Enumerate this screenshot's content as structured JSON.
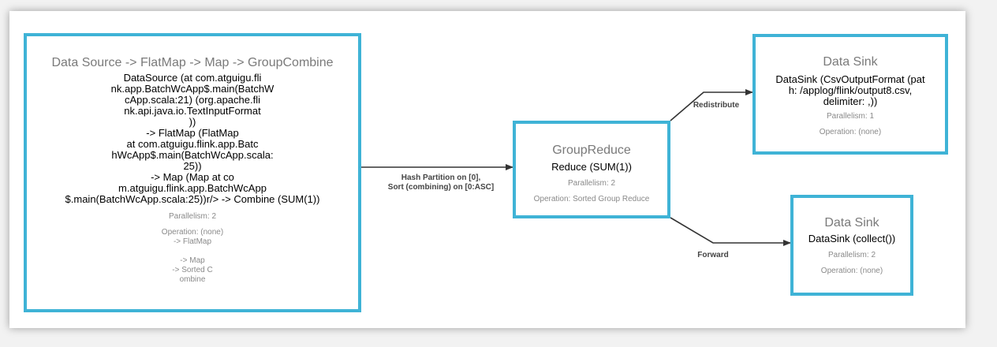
{
  "nodes": {
    "source": {
      "title": "Data Source -> FlatMap -> Map -> GroupCombine",
      "body": "DataSource (at com.atguigu.fli\nnk.app.BatchWcApp$.main(BatchW\ncApp.scala:21) (org.apache.fli\nnk.api.java.io.TextInputFormat\n))\n-> FlatMap (FlatMap\nat com.atguigu.flink.app.Batc\nhWcApp$.main(BatchWcApp.scala:\n25))\n-> Map (Map at co\nm.atguigu.flink.app.BatchWcApp\n$.main(BatchWcApp.scala:25))r/> -> Combine (SUM(1))",
      "parallelism": "Parallelism: 2",
      "operation": "Operation: (none)\n-> FlatMap\n\n-> Map\n-> Sorted C\nombine"
    },
    "reduce": {
      "title": "GroupReduce",
      "body": "Reduce (SUM(1))",
      "parallelism": "Parallelism: 2",
      "operation": "Operation: Sorted Group Reduce"
    },
    "sink1": {
      "title": "Data Sink",
      "body": "DataSink (CsvOutputFormat (pat\nh: /applog/flink/output8.csv,\ndelimiter: ,))",
      "parallelism": "Parallelism: 1",
      "operation": "Operation: (none)"
    },
    "sink2": {
      "title": "Data Sink",
      "body": "DataSink (collect())",
      "parallelism": "Parallelism: 2",
      "operation": "Operation: (none)"
    }
  },
  "edges": {
    "hash": "Hash Partition on [0],\nSort (combining) on [0:ASC]",
    "redistribute": "Redistribute",
    "forward": "Forward"
  },
  "colors": {
    "node_border": "#3fb3d6",
    "edge": "#333333"
  }
}
